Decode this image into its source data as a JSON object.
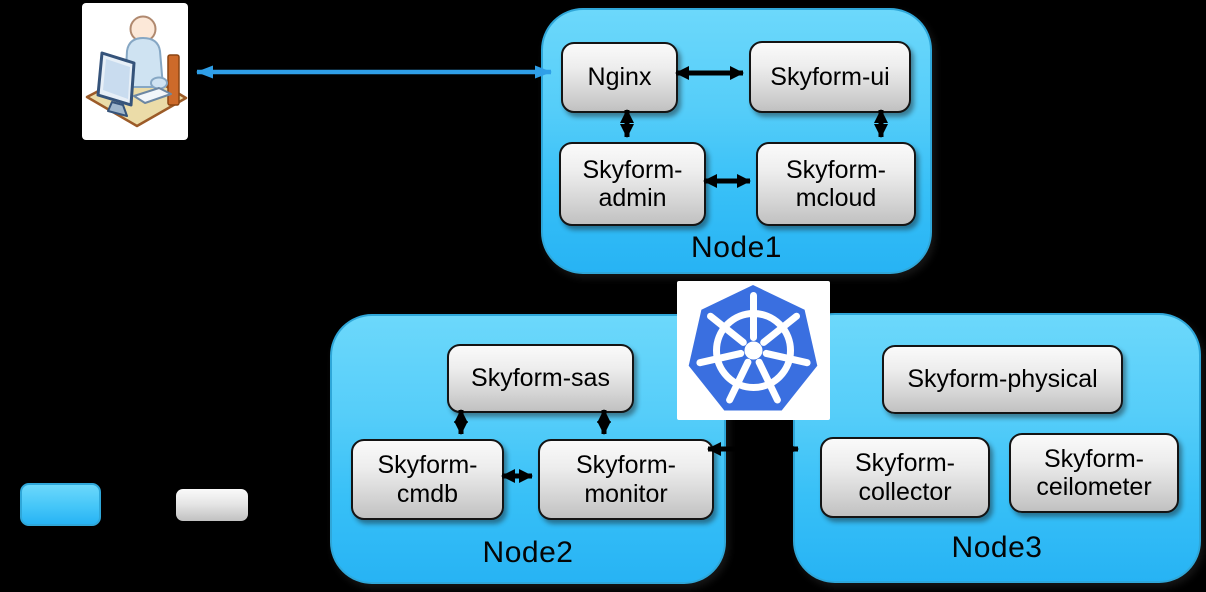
{
  "diagram": {
    "type": "deployment-architecture",
    "platform_icon": "kubernetes-logo",
    "actor_icon": "user-at-computer-icon"
  },
  "nodes": [
    {
      "label": "Node1",
      "services": [
        {
          "id": "nginx",
          "lines": [
            "Nginx"
          ]
        },
        {
          "id": "skyform-ui",
          "lines": [
            "Skyform-ui"
          ]
        },
        {
          "id": "skyform-admin",
          "lines": [
            "Skyform-",
            "admin"
          ]
        },
        {
          "id": "skyform-mcloud",
          "lines": [
            "Skyform-",
            "mcloud"
          ]
        }
      ]
    },
    {
      "label": "Node2",
      "services": [
        {
          "id": "skyform-sas",
          "lines": [
            "Skyform-sas"
          ]
        },
        {
          "id": "skyform-cmdb",
          "lines": [
            "Skyform-",
            "cmdb"
          ]
        },
        {
          "id": "skyform-monitor",
          "lines": [
            "Skyform-",
            "monitor"
          ]
        }
      ]
    },
    {
      "label": "Node3",
      "services": [
        {
          "id": "skyform-physical",
          "lines": [
            "Skyform-physical"
          ]
        },
        {
          "id": "skyform-collector",
          "lines": [
            "Skyform-",
            "collector"
          ]
        },
        {
          "id": "skyform-ceilometer",
          "lines": [
            "Skyform-",
            "ceilometer"
          ]
        }
      ]
    }
  ],
  "connections": [
    {
      "from": "user",
      "to": "nginx",
      "bidirectional": true,
      "color": "blue"
    },
    {
      "from": "nginx",
      "to": "skyform-ui",
      "bidirectional": true,
      "color": "black"
    },
    {
      "from": "nginx",
      "to": "skyform-admin",
      "bidirectional": true,
      "color": "black"
    },
    {
      "from": "skyform-ui",
      "to": "skyform-mcloud",
      "bidirectional": true,
      "color": "black"
    },
    {
      "from": "skyform-admin",
      "to": "skyform-mcloud",
      "bidirectional": true,
      "color": "black"
    },
    {
      "from": "skyform-sas",
      "to": "skyform-cmdb",
      "bidirectional": true,
      "color": "black"
    },
    {
      "from": "skyform-sas",
      "to": "skyform-monitor",
      "bidirectional": true,
      "color": "black"
    },
    {
      "from": "skyform-cmdb",
      "to": "skyform-monitor",
      "bidirectional": true,
      "color": "black"
    },
    {
      "from": "skyform-monitor",
      "to": "node3",
      "bidirectional": true,
      "color": "black"
    }
  ],
  "legend": {
    "swatches": [
      {
        "name": "node-container",
        "color": "#3bc1f7"
      },
      {
        "name": "service-box",
        "color": "#d9d9d9"
      }
    ]
  },
  "colors": {
    "background": "#000000",
    "node_fill_top": "#6cd8fb",
    "node_fill_bottom": "#27b3f4",
    "node_border": "#2fa7d9",
    "service_fill_top": "#fafafa",
    "service_fill_bottom": "#c1c1c1",
    "service_border": "#141414",
    "black_arrow": "#000000",
    "blue_arrow": "#2f9fe8",
    "kubernetes_blue": "#3a6fe0"
  }
}
